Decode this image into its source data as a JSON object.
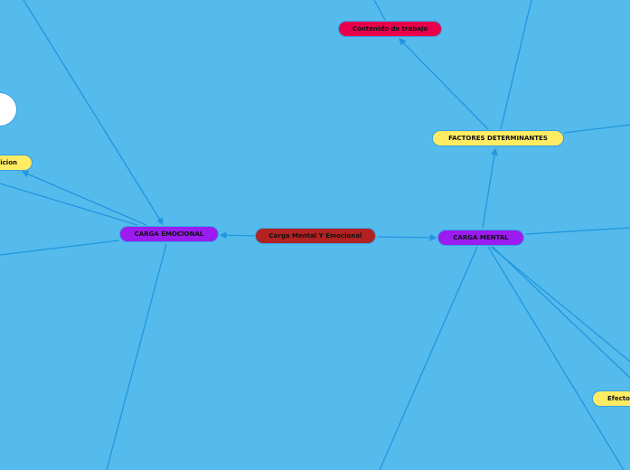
{
  "nodes": {
    "central": {
      "label": "Carga Mental Y Emocional",
      "color": "#b22222"
    },
    "emocional": {
      "label": "CARGA EMOCIONAL",
      "color": "#9b1bf0"
    },
    "mental": {
      "label": "CARGA MENTAL",
      "color": "#9b1bf0"
    },
    "factores": {
      "label": "FACTORES DETERMINANTES",
      "color": "#ffec62"
    },
    "contenido": {
      "label": "Contenido de trabajo",
      "color": "#e8004c"
    },
    "partial_left": {
      "label": "icion",
      "color": "#ffec62"
    },
    "partial_right": {
      "label": "Efecto",
      "color": "#ffec62"
    }
  },
  "colors": {
    "background": "#55bbec",
    "connector": "#2196e0"
  }
}
